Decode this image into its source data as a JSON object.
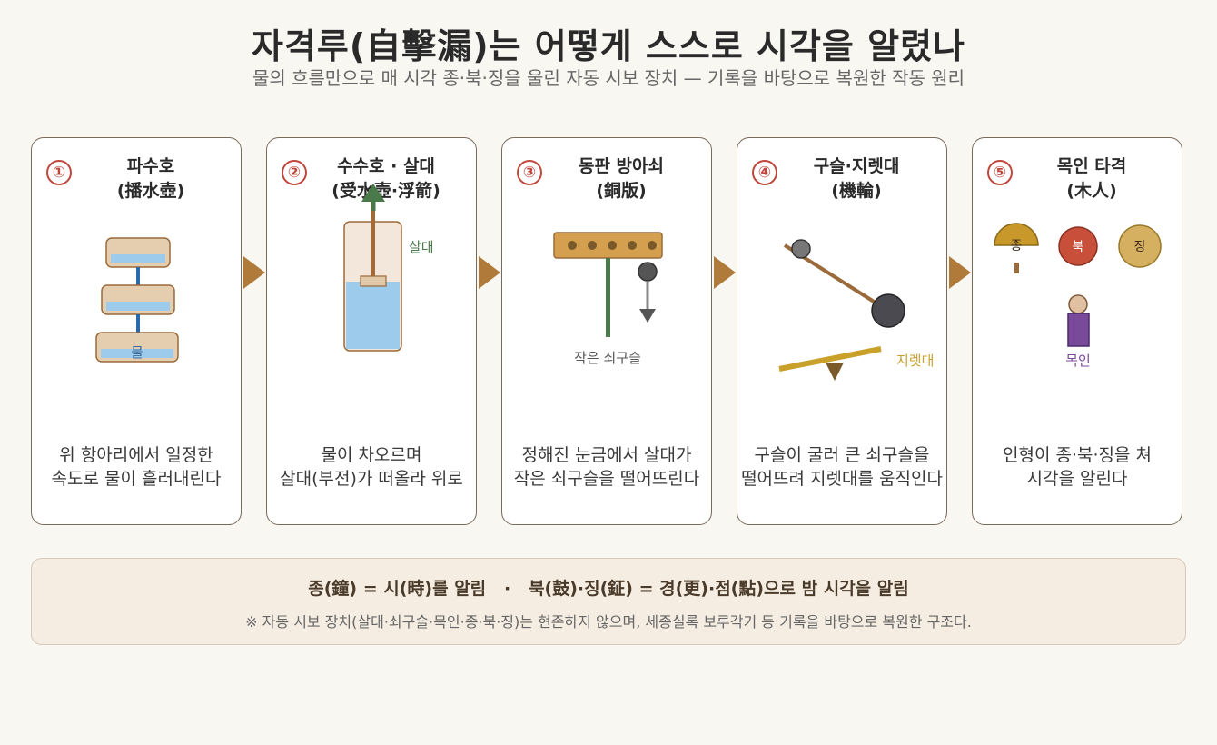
{
  "header": {
    "title": "자격루(自擊漏)는 어떻게 스스로 시각을 알렸나",
    "subtitle": "물의 흐름만으로 매 시각 종·북·징을 울린 자동 시보 장치 — 기록을 바탕으로 복원한 작동 원리"
  },
  "steps": [
    {
      "number": "①",
      "title": "파수호",
      "title_sub": "(播水壺)",
      "illus_label": "물",
      "desc_lines": [
        "위 항아리에서 일정한",
        "속도로 물이 흘러내린다"
      ]
    },
    {
      "number": "②",
      "title": "수수호 · 살대",
      "title_sub": "(受水壺·浮箭)",
      "illus_label": "살대",
      "desc_lines": [
        "물이 차오르며",
        "살대(부전)가 떠올라 위로"
      ]
    },
    {
      "number": "③",
      "title": "동판 방아쇠",
      "title_sub": "(銅版)",
      "illus_label": "작은 쇠구슬",
      "desc_lines": [
        "정해진 눈금에서 살대가",
        "작은 쇠구슬을 떨어뜨린다"
      ]
    },
    {
      "number": "④",
      "title": "구슬·지렛대",
      "title_sub": "(機輪)",
      "illus_label": "지렛대",
      "desc_lines": [
        "구슬이 굴러 큰 쇠구슬을",
        "떨어뜨려 지렛대를 움직인다"
      ]
    },
    {
      "number": "⑤",
      "title": "목인 타격",
      "title_sub": "(木人)",
      "illus_label": "목인",
      "instruments": [
        "종",
        "북",
        "징"
      ],
      "desc_lines": [
        "인형이 종·북·징을 쳐",
        "시각을 알린다"
      ]
    }
  ],
  "footer": {
    "summary": "종(鐘) = 시(時)를 알림   ·   북(鼓)·징(鉦) = 경(更)·점(點)으로 밤 시각을 알림",
    "note": "※ 자동 시보 장치(살대·쇠구슬·목인·종·북·징)는 현존하지 않으며, 세종실록 보루각기 등 기록을 바탕으로 복원한 구조다."
  },
  "colors": {
    "accent_red": "#c0453a",
    "arrow": "#b07a3a",
    "water": "#9ccbec",
    "float_rod": "#4a7a4a",
    "lever": "#c8a02a",
    "figure": "#7a4a9a"
  }
}
